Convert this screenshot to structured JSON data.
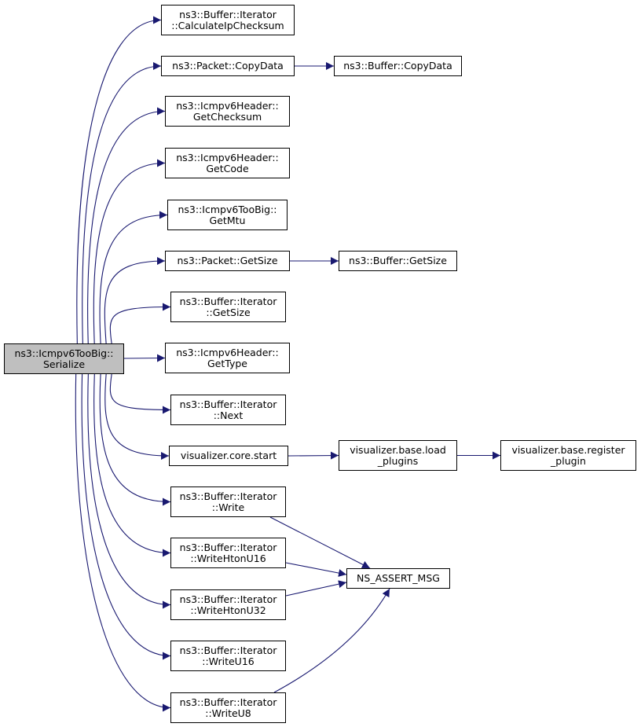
{
  "diagram": {
    "edge_color": "#191970",
    "root_fill": "#bfbfbf",
    "nodes": [
      {
        "id": "root",
        "lines": [
          "ns3::Icmpv6TooBig::",
          "Serialize"
        ],
        "root": true
      },
      {
        "id": "calc_ip_checksum",
        "lines": [
          "ns3::Buffer::Iterator",
          "::CalculateIpChecksum"
        ]
      },
      {
        "id": "packet_copydata",
        "lines": [
          "ns3::Packet::CopyData"
        ]
      },
      {
        "id": "buffer_copydata",
        "lines": [
          "ns3::Buffer::CopyData"
        ]
      },
      {
        "id": "get_checksum",
        "lines": [
          "ns3::Icmpv6Header::",
          "GetChecksum"
        ]
      },
      {
        "id": "get_code",
        "lines": [
          "ns3::Icmpv6Header::",
          "GetCode"
        ]
      },
      {
        "id": "get_mtu",
        "lines": [
          "ns3::Icmpv6TooBig::",
          "GetMtu"
        ]
      },
      {
        "id": "packet_getsize",
        "lines": [
          "ns3::Packet::GetSize"
        ]
      },
      {
        "id": "buffer_getsize",
        "lines": [
          "ns3::Buffer::GetSize"
        ]
      },
      {
        "id": "iter_getsize",
        "lines": [
          "ns3::Buffer::Iterator",
          "::GetSize"
        ]
      },
      {
        "id": "get_type",
        "lines": [
          "ns3::Icmpv6Header::",
          "GetType"
        ]
      },
      {
        "id": "iter_next",
        "lines": [
          "ns3::Buffer::Iterator",
          "::Next"
        ]
      },
      {
        "id": "viz_core_start",
        "lines": [
          "visualizer.core.start"
        ]
      },
      {
        "id": "viz_load_plugins",
        "lines": [
          "visualizer.base.load",
          "_plugins"
        ]
      },
      {
        "id": "viz_register_plugin",
        "lines": [
          "visualizer.base.register",
          "_plugin"
        ]
      },
      {
        "id": "iter_write",
        "lines": [
          "ns3::Buffer::Iterator",
          "::Write"
        ]
      },
      {
        "id": "iter_writehtonu16",
        "lines": [
          "ns3::Buffer::Iterator",
          "::WriteHtonU16"
        ]
      },
      {
        "id": "iter_writehtonu32",
        "lines": [
          "ns3::Buffer::Iterator",
          "::WriteHtonU32"
        ]
      },
      {
        "id": "iter_writeu16",
        "lines": [
          "ns3::Buffer::Iterator",
          "::WriteU16"
        ]
      },
      {
        "id": "iter_writeu8",
        "lines": [
          "ns3::Buffer::Iterator",
          "::WriteU8"
        ]
      },
      {
        "id": "ns_assert_msg",
        "lines": [
          "NS_ASSERT_MSG"
        ]
      }
    ],
    "edges": [
      [
        "root",
        "calc_ip_checksum"
      ],
      [
        "root",
        "packet_copydata"
      ],
      [
        "root",
        "get_checksum"
      ],
      [
        "root",
        "get_code"
      ],
      [
        "root",
        "get_mtu"
      ],
      [
        "root",
        "packet_getsize"
      ],
      [
        "root",
        "iter_getsize"
      ],
      [
        "root",
        "get_type"
      ],
      [
        "root",
        "iter_next"
      ],
      [
        "root",
        "viz_core_start"
      ],
      [
        "root",
        "iter_write"
      ],
      [
        "root",
        "iter_writehtonu16"
      ],
      [
        "root",
        "iter_writehtonu32"
      ],
      [
        "root",
        "iter_writeu16"
      ],
      [
        "root",
        "iter_writeu8"
      ],
      [
        "packet_copydata",
        "buffer_copydata"
      ],
      [
        "packet_getsize",
        "buffer_getsize"
      ],
      [
        "viz_core_start",
        "viz_load_plugins"
      ],
      [
        "viz_load_plugins",
        "viz_register_plugin"
      ],
      [
        "iter_write",
        "ns_assert_msg"
      ],
      [
        "iter_writehtonu16",
        "ns_assert_msg"
      ],
      [
        "iter_writehtonu32",
        "ns_assert_msg"
      ],
      [
        "iter_writeu8",
        "ns_assert_msg"
      ]
    ]
  }
}
